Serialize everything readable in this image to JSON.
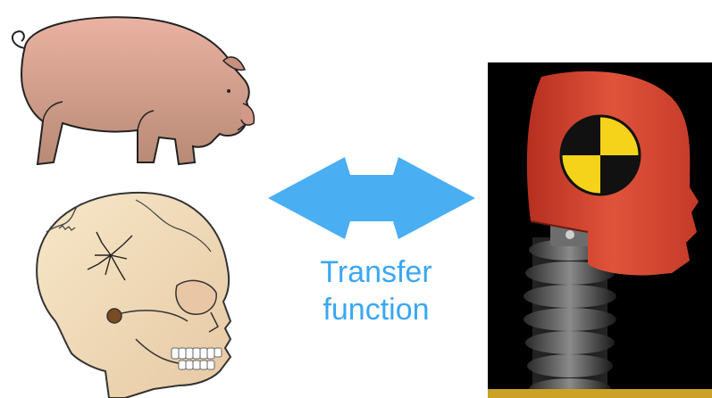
{
  "caption": {
    "line1": "Transfer",
    "line2": "function"
  },
  "colors": {
    "arrow": "#4aaef3",
    "text": "#3ba7f2",
    "pig": "#d8a091",
    "skull": "#f0dcbc",
    "dummy_head": "#d9402a",
    "dummy_background": "#000000",
    "target_yellow": "#f4d31a"
  },
  "icons": {
    "pig": "pig-illustration",
    "skull": "fractured-skull-illustration",
    "arrow": "double-headed-arrow",
    "dummy": "crash-test-dummy-head"
  }
}
